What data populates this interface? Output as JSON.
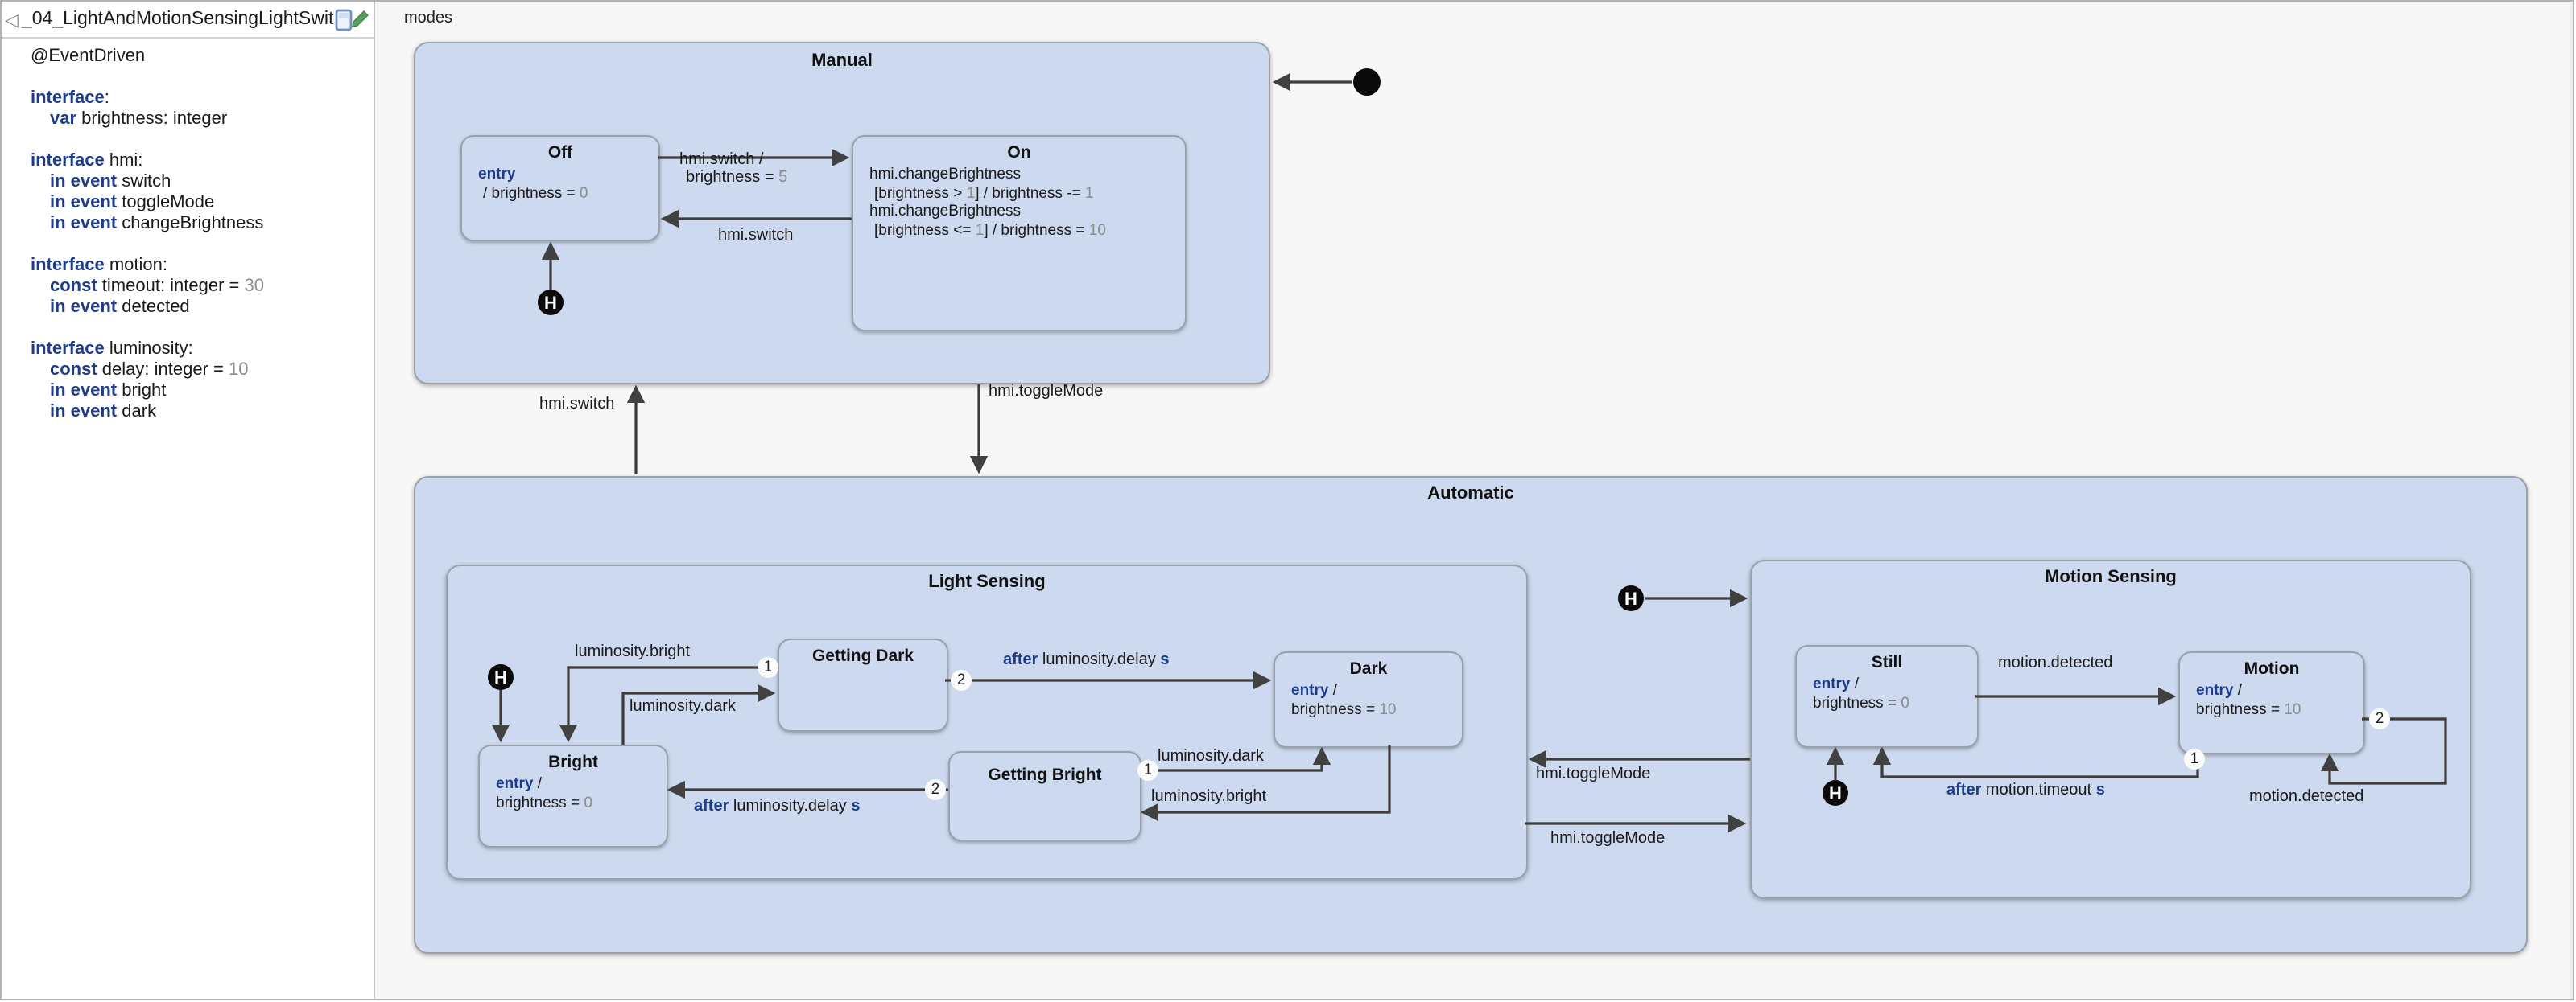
{
  "window": {
    "title": "_04_LightAndMotionSensingLightSwit"
  },
  "editor": {
    "code": [
      {
        "t": "@EventDriven"
      },
      {
        "blank": true
      },
      {
        "kw": "interface",
        "t": ":"
      },
      {
        "ind": 1,
        "kw": "var",
        "t": " brightness: integer"
      },
      {
        "blank": true
      },
      {
        "kw": "interface",
        "t": " hmi:"
      },
      {
        "ind": 1,
        "kw": "in event",
        "t": " switch"
      },
      {
        "ind": 1,
        "kw": "in event",
        "t": " toggleMode"
      },
      {
        "ind": 1,
        "kw": "in event",
        "t": " changeBrightness"
      },
      {
        "blank": true
      },
      {
        "kw": "interface",
        "t": " motion:"
      },
      {
        "ind": 1,
        "kw": "const",
        "t": " timeout: integer = ",
        "val": "30"
      },
      {
        "ind": 1,
        "kw": "in event",
        "t": " detected"
      },
      {
        "blank": true
      },
      {
        "kw": "interface",
        "t": " luminosity:"
      },
      {
        "ind": 1,
        "kw": "const",
        "t": " delay: integer = ",
        "val": "10"
      },
      {
        "ind": 1,
        "kw": "in event",
        "t": " bright"
      },
      {
        "ind": 1,
        "kw": "in event",
        "t": " dark"
      }
    ]
  },
  "diagram": {
    "root_region": "modes",
    "h": "H",
    "p": {
      "1": "1",
      "2": "2"
    },
    "manual": {
      "title": "Manual",
      "region": "r1",
      "off": {
        "title": "Off",
        "l1k": "entry",
        "l2": "/ brightness = ",
        "l2v": "0"
      },
      "on": {
        "title": "On",
        "l1": "hmi.changeBrightness",
        "l2a": "[brightness > ",
        "l2v": "1",
        "l2b": "] / brightness -= ",
        "l2v2": "1",
        "l3": "hmi.changeBrightness",
        "l4a": "[brightness <= ",
        "l4v": "1",
        "l4b": "] / brightness = ",
        "l4v2": "10"
      },
      "t_off_on_1": "hmi.switch /",
      "t_off_on_2a": "brightness = ",
      "t_off_on_2v": "5",
      "t_on_off": "hmi.switch"
    },
    "t_auto_to_manual": "hmi.switch",
    "t_manual_to_auto": "hmi.toggleMode",
    "automatic": {
      "title": "Automatic",
      "region": "modes",
      "t_ms_to_ls": "hmi.toggleMode",
      "t_ls_to_ms": "hmi.toggleMode",
      "light": {
        "title": "Light Sensing",
        "region": "r1",
        "getting_dark": {
          "title": "Getting Dark"
        },
        "dark": {
          "title": "Dark",
          "l1k": "entry",
          "l1r": " /",
          "l2": "brightness = ",
          "l2v": "10"
        },
        "bright": {
          "title": "Bright",
          "l1k": "entry",
          "l1r": " /",
          "l2": "brightness = ",
          "l2v": "0"
        },
        "getting_bright": {
          "title": "Getting Bright"
        },
        "t_gd_bright": "luminosity.bright",
        "t_bright_gd": "luminosity.dark",
        "t_gb_dark": "luminosity.dark",
        "t_dark_gb": "luminosity.bright",
        "after_kw": "after",
        "after_mid": " luminosity.delay ",
        "after_s": "s"
      },
      "motion": {
        "title": "Motion Sensing",
        "region": "r1",
        "still": {
          "title": "Still",
          "l1k": "entry",
          "l1r": " /",
          "l2": "brightness = ",
          "l2v": "0"
        },
        "motion_state": {
          "title": "Motion",
          "l1k": "entry",
          "l1r": " /",
          "l2": "brightness = ",
          "l2v": "10"
        },
        "t_still_motion": "motion.detected",
        "t_motion_self": "motion.detected",
        "after_kw": "after",
        "after_mid": " motion.timeout ",
        "after_s": "s"
      }
    }
  },
  "colors": {
    "state_fill": "#ccd9ee",
    "region_fill": "#fbfbfc",
    "canvas_bg": "#f7f7f8",
    "keyword_blue": "#1e3c8c",
    "value_gray": "#8c8c8c",
    "wire": "#3c3c3c",
    "edit_pen_green": "#58a05a",
    "doc_icon_blue": "#6f93c8"
  }
}
